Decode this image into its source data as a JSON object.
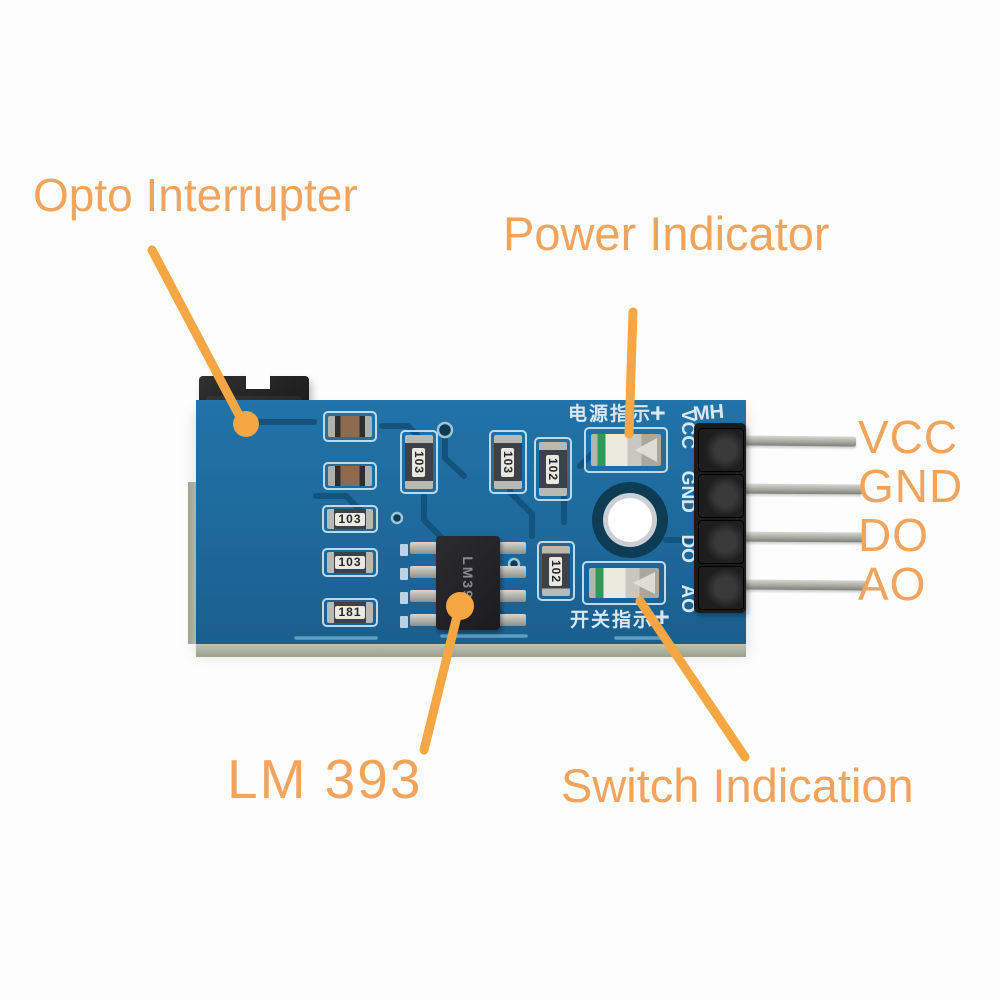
{
  "annotations": {
    "opto_label": "Opto Interrupter",
    "power_label": "Power Indicator",
    "chip_label": "LM 393",
    "switch_label": "Switch Indication"
  },
  "pin_labels": {
    "vcc": "VCC",
    "gnd": "GND",
    "do": "DO",
    "ao": "AO"
  },
  "board_silkscreen": {
    "power_cn": "电源指示",
    "power_plus": "+",
    "mh": "MH",
    "switch_cn": "开关指示",
    "switch_plus": "+",
    "pin_col": {
      "vcc": "VCC",
      "gnd": "GND",
      "do": "DO",
      "ao": "AO"
    }
  },
  "components": {
    "chip_marking": "LM393",
    "resistors_top": [
      "103",
      "103",
      "102"
    ],
    "resistor_mid": "102",
    "resistors_left": [
      "103",
      "103",
      "181"
    ]
  },
  "colors": {
    "annotation_text": "#F2A45C",
    "annotation_line": "#F7A644",
    "pcb_blue": "#1E699B",
    "pcb_trace": "#14537D",
    "silkscreen": "#D8E7F0",
    "board_edge": "#BCC4B2",
    "background": "#FDFDFD"
  }
}
